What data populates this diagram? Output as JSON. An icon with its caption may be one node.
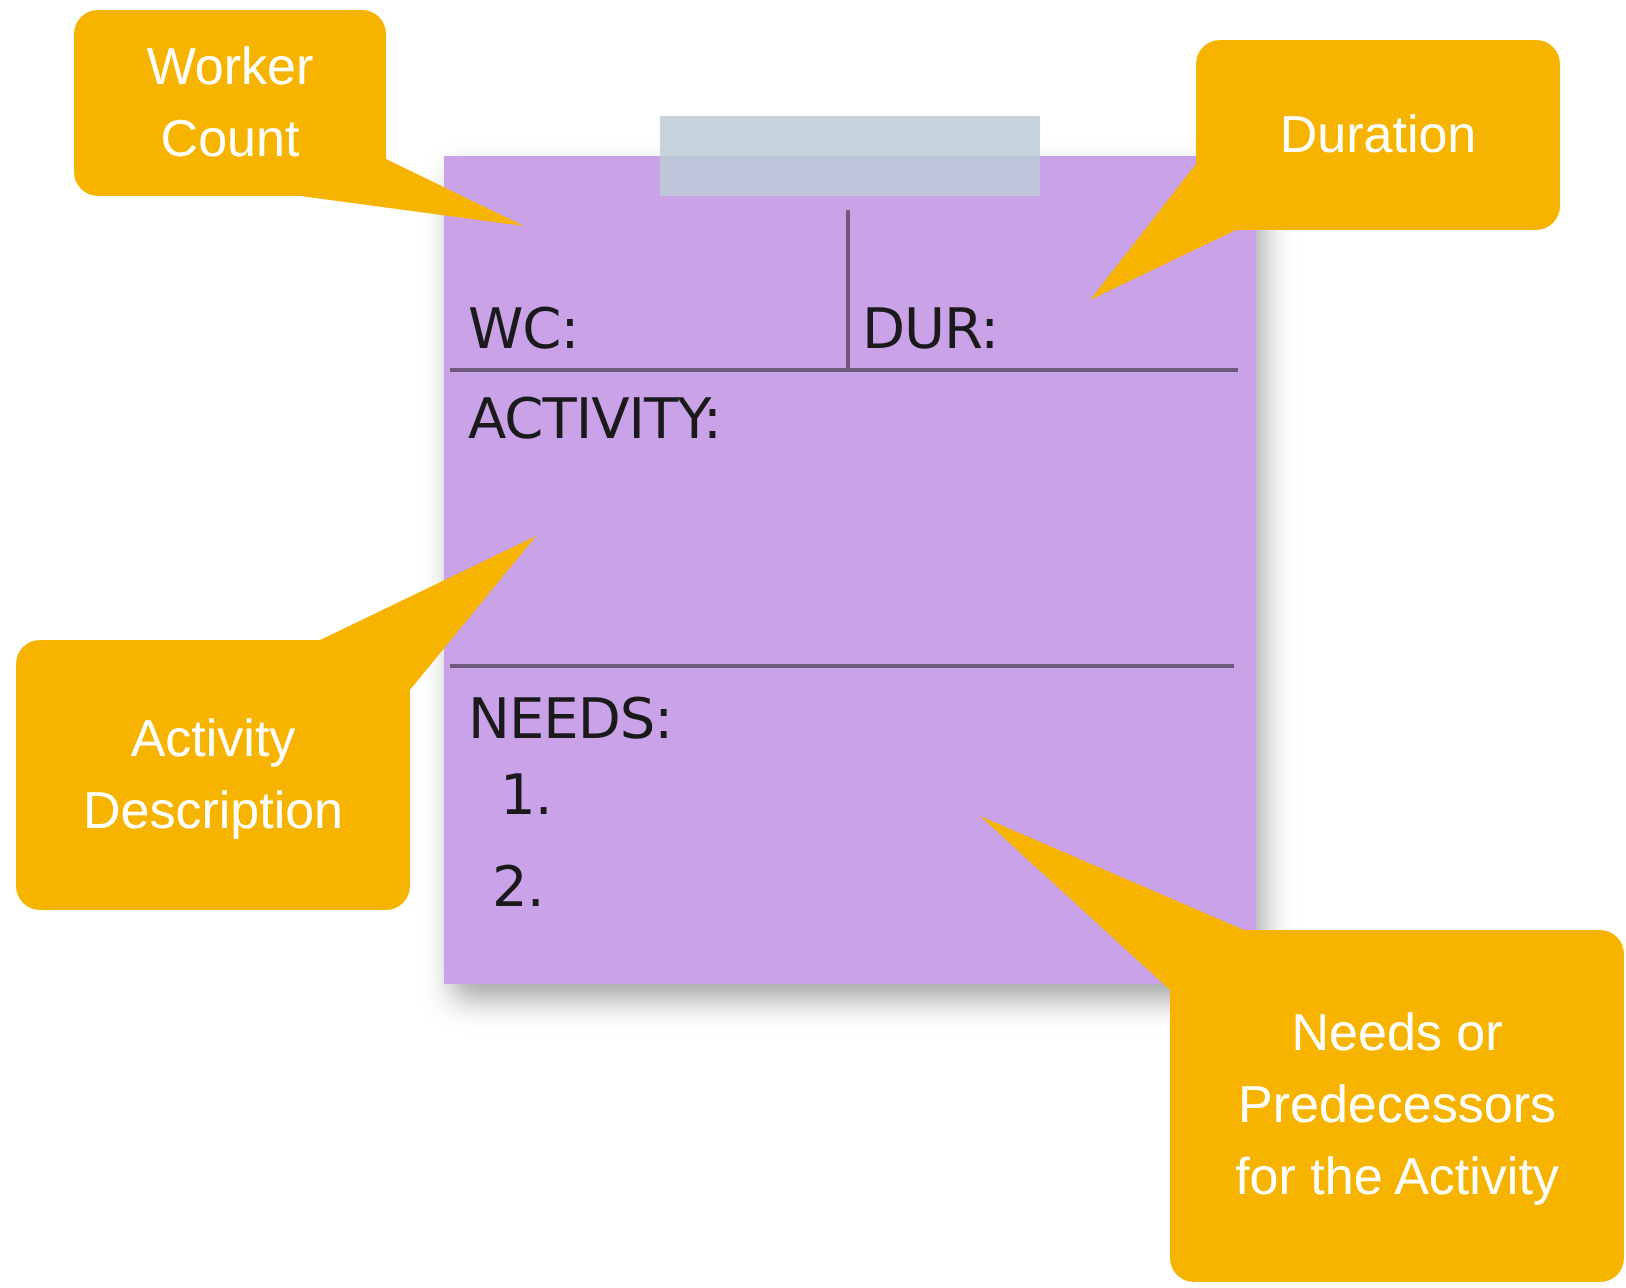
{
  "diagram": {
    "nodes": [
      {
        "text": [
          "Worker Count"
        ]
      },
      {
        "text": [
          "Duration"
        ]
      },
      {
        "text": [],
        "shape": "box"
      },
      {
        "text": [
          "WC:"
        ],
        "in": 2
      },
      {
        "text": [
          "DUR:"
        ],
        "in": 2
      },
      {
        "text": [
          "ACTIVITY:"
        ],
        "in": 2
      },
      {
        "text": [
          "NEEDS:",
          "1.",
          "2."
        ],
        "in": 2
      },
      {
        "text": [
          "Activity Description"
        ]
      },
      {
        "text": [
          "Needs or Predecessors for the Activity"
        ]
      }
    ],
    "edges": []
  }
}
